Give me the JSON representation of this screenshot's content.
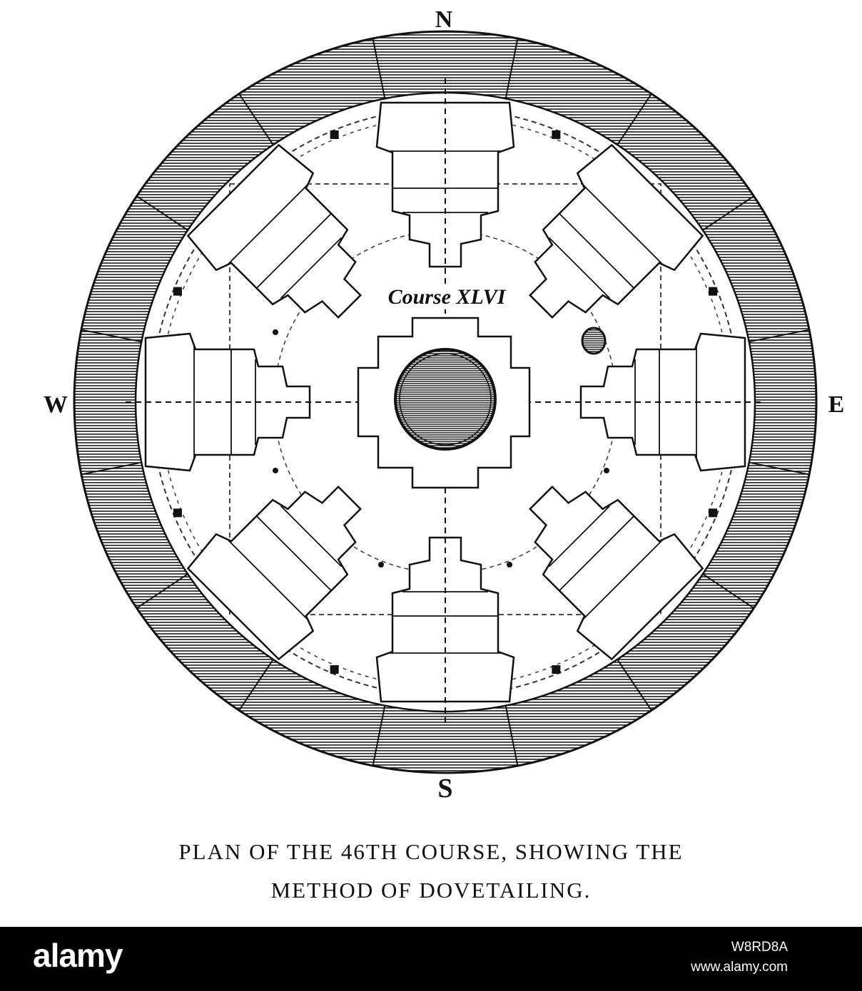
{
  "compass": {
    "north": "N",
    "south": "S",
    "east": "E",
    "west": "W"
  },
  "course_label": "Course XLVI",
  "caption": {
    "line1": "PLAN OF THE 46TH COURSE, SHOWING THE",
    "line2": "METHOD OF DOVETAILING."
  },
  "stock_bar": {
    "logo": "alamy",
    "image_id": "W8RD8A",
    "url": "www.alamy.com"
  },
  "colors": {
    "ink": "#111111",
    "paper": "#ffffff",
    "bar": "#000000"
  }
}
